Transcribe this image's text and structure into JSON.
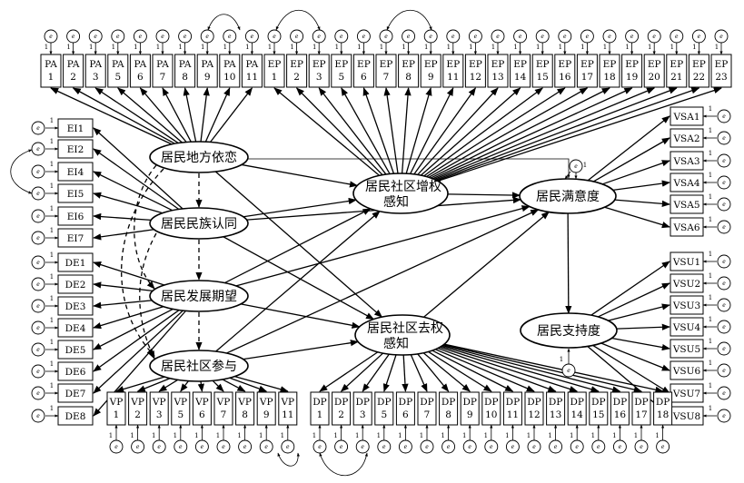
{
  "latents": {
    "pa": "居民地方依恋",
    "ei": "居民民族认同",
    "de": "居民发展期望",
    "cp": "居民社区参与",
    "em_line1": "居民社区增权",
    "em_line2": "感知",
    "de_line1": "居民社区去权",
    "de_line2": "感知",
    "sat": "居民满意度",
    "sup": "居民支持度"
  },
  "indicators": {
    "pa": [
      [
        "PA",
        "1"
      ],
      [
        "PA",
        "2"
      ],
      [
        "PA",
        "3"
      ],
      [
        "PA",
        "5"
      ],
      [
        "PA",
        "6"
      ],
      [
        "PA",
        "7"
      ],
      [
        "PA",
        "8"
      ],
      [
        "PA",
        "9"
      ],
      [
        "PA",
        "10"
      ],
      [
        "PA",
        "11"
      ]
    ],
    "ep": [
      [
        "EP",
        "1"
      ],
      [
        "EP",
        "2"
      ],
      [
        "EP",
        "3"
      ],
      [
        "EP",
        "5"
      ],
      [
        "EP",
        "6"
      ],
      [
        "EP",
        "7"
      ],
      [
        "EP",
        "8"
      ],
      [
        "EP",
        "9"
      ],
      [
        "EP",
        "11"
      ],
      [
        "EP",
        "12"
      ],
      [
        "EP",
        "13"
      ],
      [
        "EP",
        "14"
      ],
      [
        "EP",
        "15"
      ],
      [
        "EP",
        "16"
      ],
      [
        "EP",
        "17"
      ],
      [
        "EP",
        "18"
      ],
      [
        "EP",
        "19"
      ],
      [
        "EP",
        "20"
      ],
      [
        "EP",
        "21"
      ],
      [
        "EP",
        "22"
      ],
      [
        "EP",
        "23"
      ]
    ],
    "ei": [
      "EI1",
      "EI2",
      "EI4",
      "EI5",
      "EI6",
      "EI7"
    ],
    "de": [
      "DE1",
      "DE2",
      "DE3",
      "DE4",
      "DE5",
      "DE6",
      "DE7",
      "DE8"
    ],
    "vsa": [
      "VSA1",
      "VSA2",
      "VSA3",
      "VSA4",
      "VSA5",
      "VSA6"
    ],
    "vsu": [
      "VSU1",
      "VSU2",
      "VSU3",
      "VSU4",
      "VSU5",
      "VSU6",
      "VSU7",
      "VSU8"
    ],
    "vp": [
      [
        "VP",
        "1"
      ],
      [
        "VP",
        "2"
      ],
      [
        "VP",
        "3"
      ],
      [
        "VP",
        "5"
      ],
      [
        "VP",
        "6"
      ],
      [
        "VP",
        "7"
      ],
      [
        "VP",
        "8"
      ],
      [
        "VP",
        "9"
      ],
      [
        "VP",
        "11"
      ]
    ],
    "dp": [
      [
        "DP",
        "1"
      ],
      [
        "DP",
        "2"
      ],
      [
        "DP",
        "3"
      ],
      [
        "DP",
        "5"
      ],
      [
        "DP",
        "6"
      ],
      [
        "DP",
        "7"
      ],
      [
        "DP",
        "8"
      ],
      [
        "DP",
        "9"
      ],
      [
        "DP",
        "10"
      ],
      [
        "DP",
        "11"
      ],
      [
        "DP",
        "12"
      ],
      [
        "DP",
        "13"
      ],
      [
        "DP",
        "14"
      ],
      [
        "DP",
        "15"
      ],
      [
        "DP",
        "16"
      ],
      [
        "DP",
        "17"
      ],
      [
        "DP",
        "18"
      ]
    ]
  },
  "error_symbol": "e",
  "path_fixed_label": "1"
}
